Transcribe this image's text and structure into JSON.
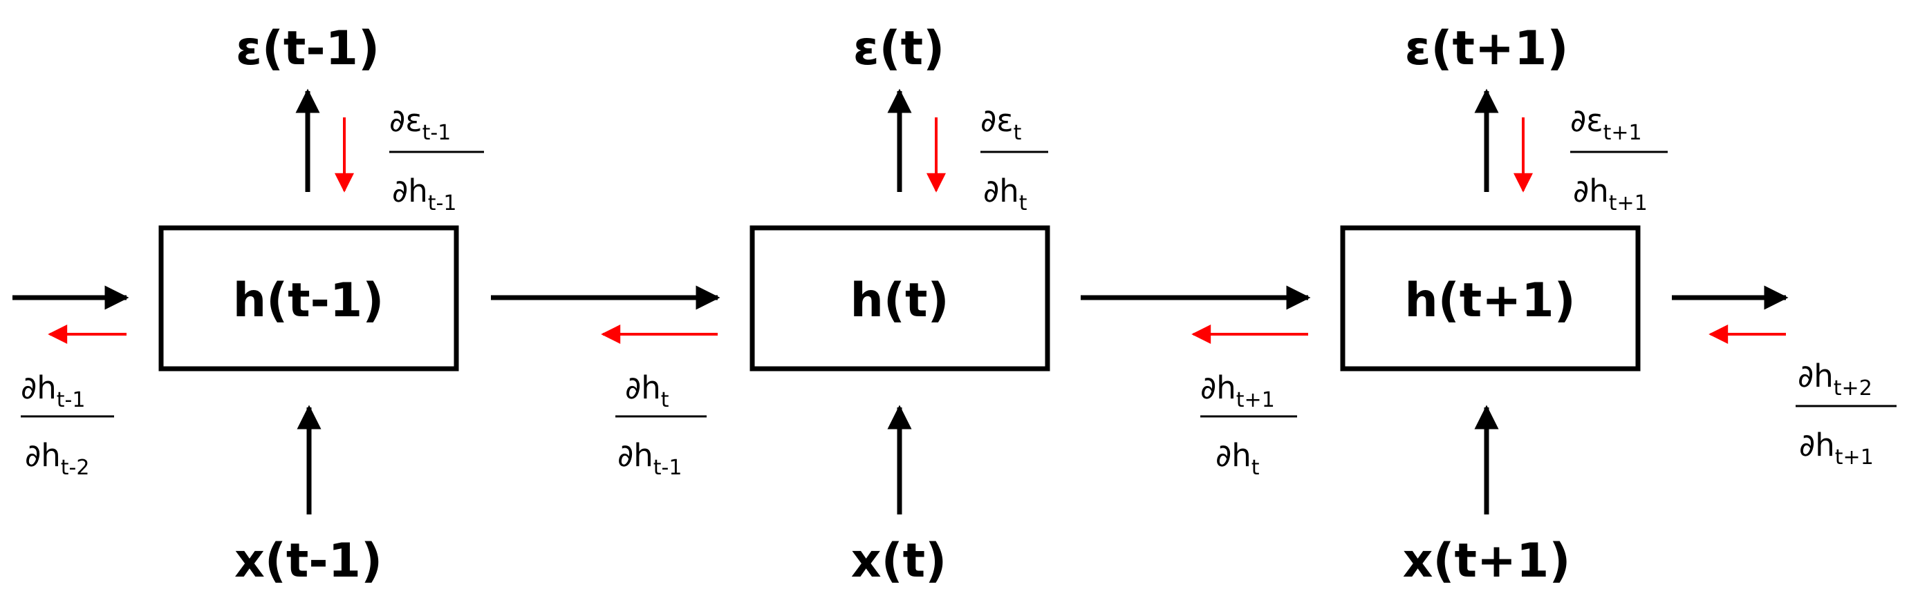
{
  "colors": {
    "forward": "#000000",
    "gradient": "#ff0000"
  },
  "steps": [
    {
      "hidden": "h(t-1)",
      "input": "x(t-1)",
      "error": "ε(t-1)",
      "err_grad": {
        "num_base": "∂ε",
        "num_sub": "t-1",
        "den_base": "∂h",
        "den_sub": "t-1"
      }
    },
    {
      "hidden": "h(t)",
      "input": "x(t)",
      "error": "ε(t)",
      "err_grad": {
        "num_base": "∂ε",
        "num_sub": "t",
        "den_base": "∂h",
        "den_sub": "t"
      }
    },
    {
      "hidden": "h(t+1)",
      "input": "x(t+1)",
      "error": "ε(t+1)",
      "err_grad": {
        "num_base": "∂ε",
        "num_sub": "t+1",
        "den_base": "∂h",
        "den_sub": "t+1"
      }
    }
  ],
  "chain_grads": [
    {
      "num_base": "∂h",
      "num_sub": "t-1",
      "den_base": "∂h",
      "den_sub": "t-2"
    },
    {
      "num_base": "∂h",
      "num_sub": "t",
      "den_base": "∂h",
      "den_sub": "t-1"
    },
    {
      "num_base": "∂h",
      "num_sub": "t+1",
      "den_base": "∂h",
      "den_sub": "t"
    },
    {
      "num_base": "∂h",
      "num_sub": "t+2",
      "den_base": "∂h",
      "den_sub": "t+1"
    }
  ]
}
